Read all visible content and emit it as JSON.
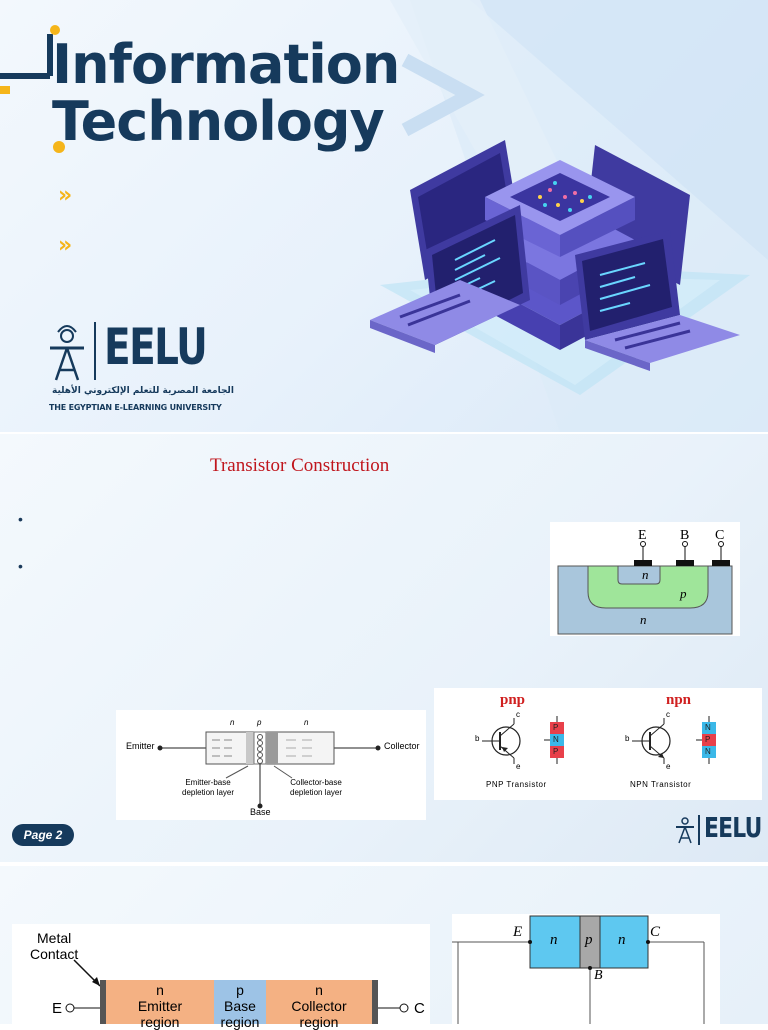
{
  "slide1": {
    "title_line1": "Information",
    "title_line2": "Technology",
    "bullet_glyph": "»",
    "logo": {
      "brand": "EELU",
      "arabic_name": "الجامعة المصرية للتعلم الإلكتروني الأهلية",
      "english_name": "THE EGYPTIAN E-LEARNING UNIVERSITY"
    }
  },
  "slide2": {
    "title": "Transistor Construction",
    "bullets": [
      "•",
      "•"
    ],
    "cross_section": {
      "labels": [
        "E",
        "B",
        "C"
      ],
      "emitter": "n",
      "base": "p",
      "collector": "n"
    },
    "pnp_npn": {
      "pnp_title": "pnp",
      "npn_title": "npn",
      "pnp_caption": "PNP Transistor",
      "npn_caption": "NPN Transistor",
      "pnp_layers": [
        "P",
        "N",
        "P"
      ],
      "npn_layers": [
        "N",
        "P",
        "N"
      ],
      "terminals": {
        "c": "c",
        "b": "b",
        "e": "e"
      }
    },
    "depletion": {
      "emitter": "Emitter",
      "collector": "Collector",
      "base": "Base",
      "emitter_layer": "Emitter-base\ndepletion layer",
      "collector_layer": "Collector-base\ndepletion layer",
      "n1": "n",
      "p": "p",
      "n2": "n"
    },
    "page_label": "Page",
    "page_number": "2",
    "footer_brand": "EELU"
  },
  "slide3": {
    "left_diagram": {
      "metal_contact": "Metal\nContact",
      "e": "E",
      "c": "C",
      "emitter": "n\nEmitter\nregion",
      "base": "p\nBase\nregion",
      "collector": "n\nCollector\nregion"
    },
    "right_diagram": {
      "e": "E",
      "c": "C",
      "b": "B",
      "n1": "n",
      "p": "p",
      "n2": "n"
    }
  },
  "colors": {
    "navy": "#163a5c",
    "accent_yellow": "#f5b51a",
    "title_red": "#c0161d"
  }
}
